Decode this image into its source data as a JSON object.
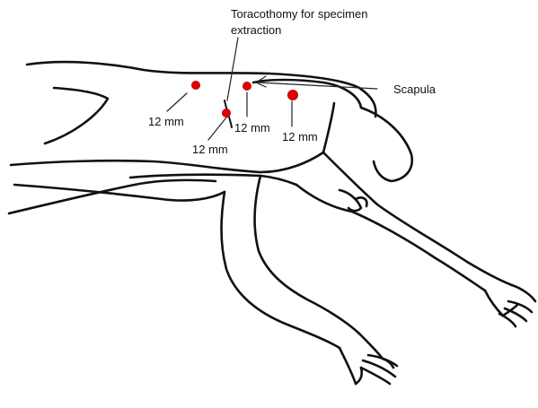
{
  "labels": {
    "incision": [
      "Toracothomy for specimen",
      "extraction"
    ],
    "scapula": "Scapula",
    "port_size": "12 mm"
  },
  "ports": [
    {
      "name": "port-1",
      "label": "12 mm"
    },
    {
      "name": "port-2",
      "label": "12 mm"
    },
    {
      "name": "port-3",
      "label": "12 mm"
    },
    {
      "name": "port-4",
      "label": "12 mm"
    }
  ],
  "colors": {
    "port": "#e00000",
    "outline": "#111111"
  }
}
